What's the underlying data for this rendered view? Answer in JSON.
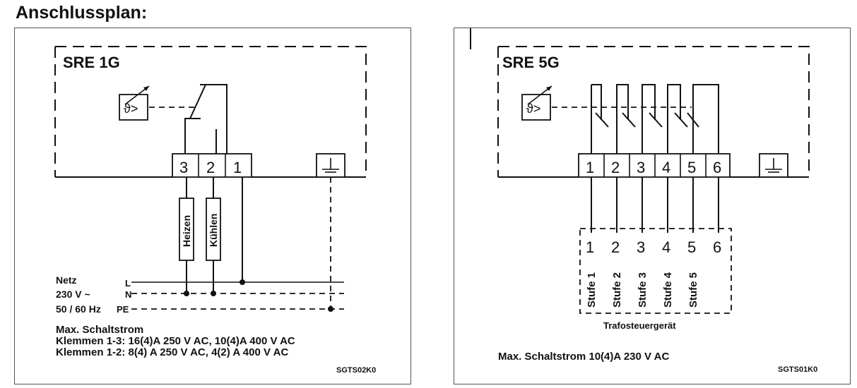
{
  "page": {
    "title": "Anschlussplan:"
  },
  "left": {
    "device": "SRE 1G",
    "terminals": [
      "3",
      "2",
      "1"
    ],
    "loads": [
      "Heizen",
      "Kühlen"
    ],
    "supply": {
      "label_netz": "Netz",
      "label_voltage": "230 V ~",
      "label_freq": "50 / 60 Hz",
      "conductors": [
        "L",
        "N",
        "PE"
      ]
    },
    "specs": [
      "Max. Schaltstrom",
      "Klemmen 1-3: 16(4)A 250 V AC, 10(4)A 400 V AC",
      "Klemmen 1-2: 8(4) A 250 V AC, 4(2) A 400 V AC"
    ],
    "code": "SGTS02K0"
  },
  "right": {
    "device": "SRE 5G",
    "terminals": [
      "1",
      "2",
      "3",
      "4",
      "5",
      "6"
    ],
    "bottom_terminals": [
      "1",
      "2",
      "3",
      "4",
      "5",
      "6"
    ],
    "stages": [
      "Stufe 1",
      "Stufe 2",
      "Stufe 3",
      "Stufe 4",
      "Stufe 5"
    ],
    "transformer_label": "Trafosteuergerät",
    "spec": "Max. Schaltstrom 10(4)A 230 V AC",
    "code": "SGTS01K0"
  },
  "icons": {
    "thermostat": "thermostat-sensor-icon",
    "ground": "ground-icon"
  }
}
